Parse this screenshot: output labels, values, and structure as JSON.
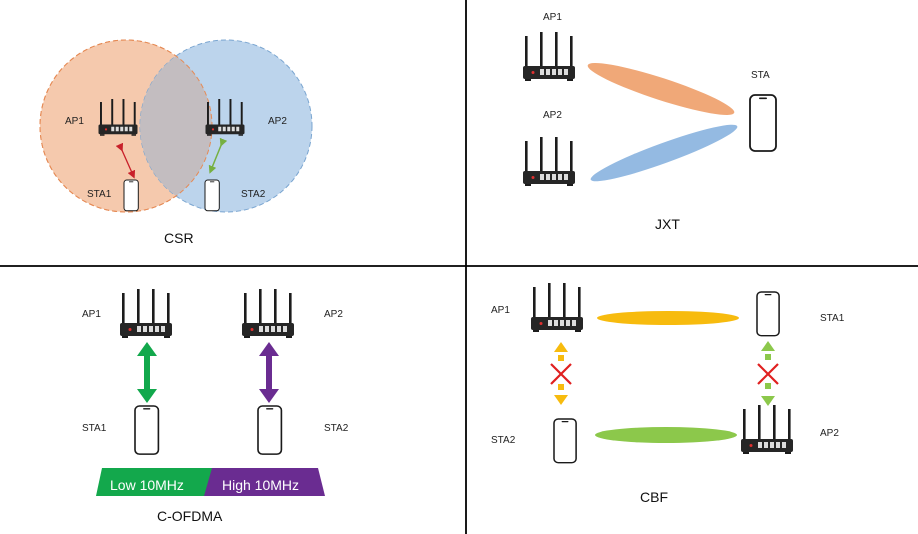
{
  "colors": {
    "ap1_zone": "#f5c9ad",
    "ap2_zone": "#bcd4ec",
    "overlap": "#c3bdc0",
    "beam_orange": "#f0a878",
    "beam_blue": "#94bae2",
    "link_red": "#c8202a",
    "link_green": "#76b041",
    "arrow_green": "#12a84c",
    "arrow_purple": "#6a2c91",
    "arrow_yellow": "#f7bb0e",
    "arrow_lightgreen": "#8cc84b",
    "cross_red": "#e02020",
    "beam_yellow": "#f7bb0e",
    "beam_green": "#8cc84b",
    "band_low": "#13a84c",
    "band_high": "#6a2c91"
  },
  "icons": {
    "router": "router-icon",
    "phone": "phone-icon",
    "block": "cross-icon"
  },
  "csr": {
    "ap1": "AP1",
    "ap2": "AP2",
    "sta1": "STA1",
    "sta2": "STA2",
    "title": "CSR"
  },
  "jxt": {
    "ap1": "AP1",
    "ap2": "AP2",
    "sta": "STA",
    "title": "JXT"
  },
  "cofdma": {
    "ap1": "AP1",
    "ap2": "AP2",
    "sta1": "STA1",
    "sta2": "STA2",
    "band_low": "Low 10MHz",
    "band_high": "High 10MHz",
    "title": "C-OFDMA"
  },
  "cbf": {
    "ap1": "AP1",
    "ap2": "AP2",
    "sta1": "STA1",
    "sta2": "STA2",
    "title": "CBF"
  }
}
